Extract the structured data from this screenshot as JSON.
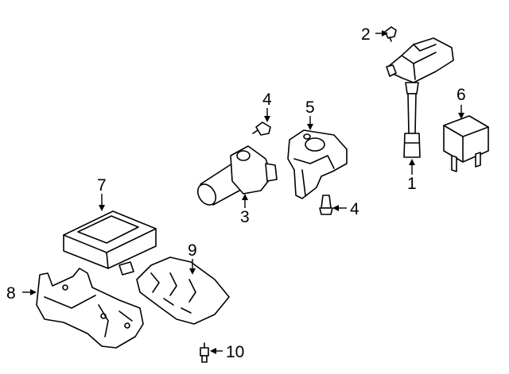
{
  "callouts": [
    {
      "id": "1",
      "label": "1"
    },
    {
      "id": "2",
      "label": "2"
    },
    {
      "id": "3",
      "label": "3"
    },
    {
      "id": "4a",
      "label": "4"
    },
    {
      "id": "4b",
      "label": "4"
    },
    {
      "id": "5",
      "label": "5"
    },
    {
      "id": "6",
      "label": "6"
    },
    {
      "id": "7",
      "label": "7"
    },
    {
      "id": "8",
      "label": "8"
    },
    {
      "id": "9",
      "label": "9"
    },
    {
      "id": "10",
      "label": "10"
    }
  ]
}
